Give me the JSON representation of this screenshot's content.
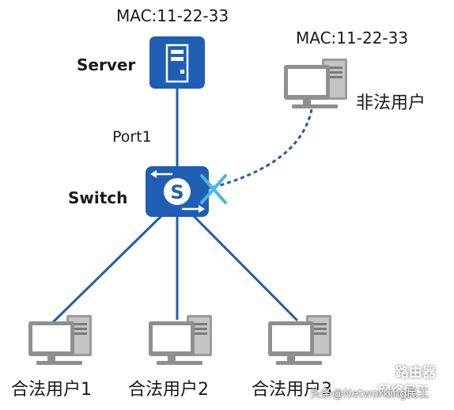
{
  "server": {
    "mac": "MAC:11-22-33",
    "label": "Server"
  },
  "illegal_user": {
    "mac": "MAC:11-22-33",
    "label": "非法用户"
  },
  "switch": {
    "label": "Switch",
    "port_label": "Port1",
    "glyph": "S"
  },
  "legit_users": [
    {
      "label": "合法用户1"
    },
    {
      "label": "合法用户2"
    },
    {
      "label": "合法用户3"
    }
  ],
  "watermark": {
    "primary": "路由器",
    "secondary": "头条@Networking民工",
    "overlap": "网络民工"
  },
  "colors": {
    "device_blue": "#1f5fb3",
    "link_blue": "#1f5fa8",
    "block_x": "#49b6e6",
    "computer_gray": "#9b9b9b"
  },
  "icons": [
    "server-icon",
    "switch-icon",
    "computer-icon",
    "block-x-icon"
  ]
}
